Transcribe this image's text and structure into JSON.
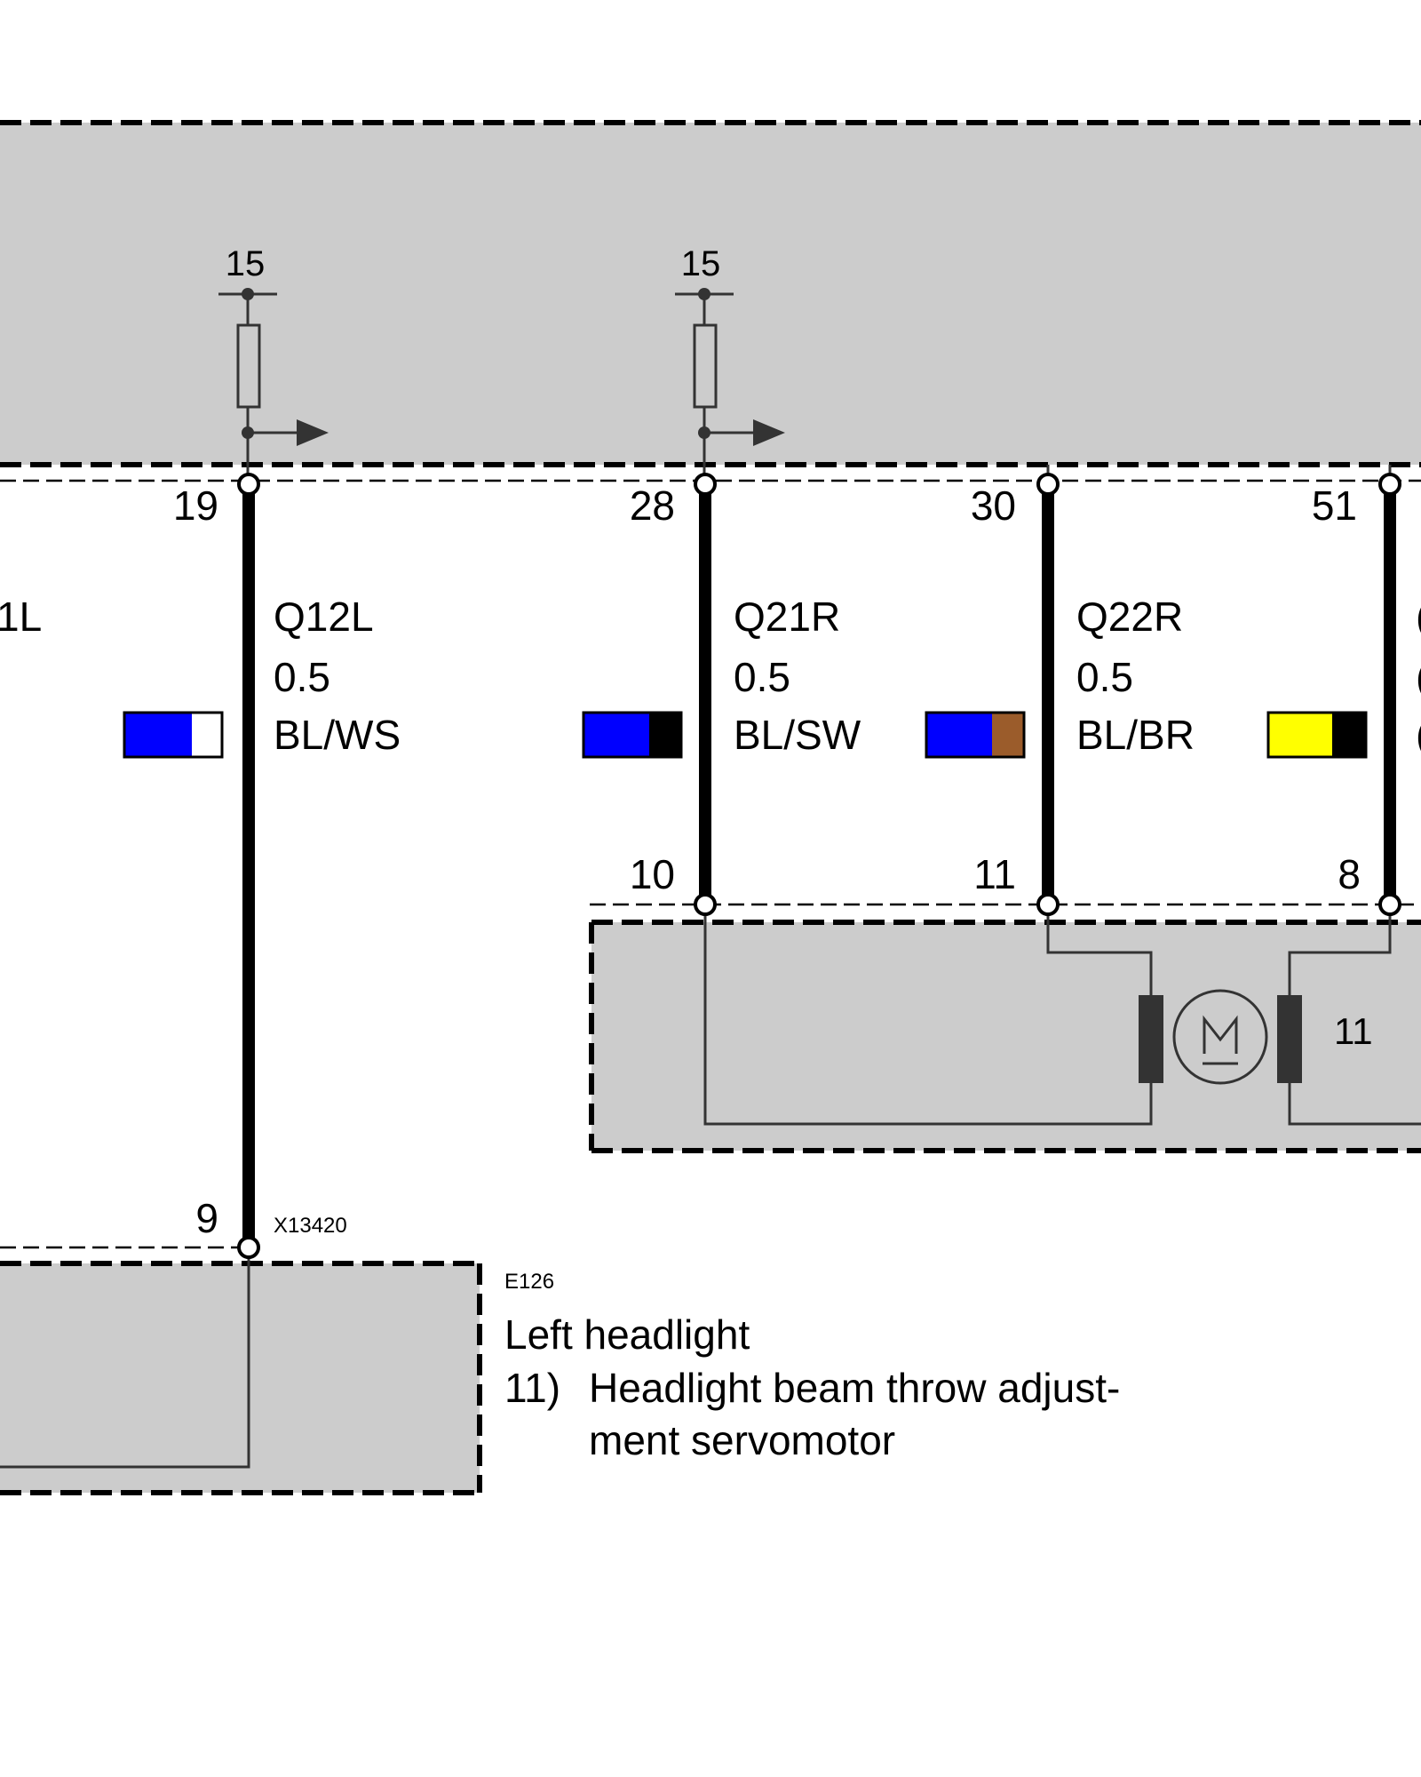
{
  "supply_labels": [
    "15",
    "15"
  ],
  "top_pins": [
    "19",
    "28",
    "30",
    "51"
  ],
  "wires": [
    {
      "id": "Q12L",
      "size": "0.5",
      "color_code": "BL/WS",
      "swatch": [
        "#0000ff",
        "#ffffff"
      ]
    },
    {
      "id": "Q21R",
      "size": "0.5",
      "color_code": "BL/SW",
      "swatch": [
        "#0000ff",
        "#000000"
      ]
    },
    {
      "id": "Q22R",
      "size": "0.5",
      "color_code": "BL/BR",
      "swatch": [
        "#0000ff",
        "#9b5c2b"
      ]
    },
    {
      "swatch": [
        "#ffff00",
        "#000000"
      ]
    }
  ],
  "partial_wire": {
    "id_fragment": "1L",
    "size_fragment": "",
    "color_fragment": ""
  },
  "partial_right": {
    "letter1": "(",
    "letter2": "(",
    "letter3": "("
  },
  "bottom_pins": {
    "servo": [
      "10",
      "11",
      "8"
    ],
    "headlight": "9"
  },
  "connector": "X13420",
  "servo_label": "11",
  "component": {
    "code": "E126",
    "name": "Left headlight",
    "note_number": "11)",
    "note_line1": "Headlight beam throw adjust-",
    "note_line2": "ment servomotor"
  },
  "colors": {
    "module_fill": "#cccccc",
    "wire": "#000000",
    "dash": "#000000"
  }
}
